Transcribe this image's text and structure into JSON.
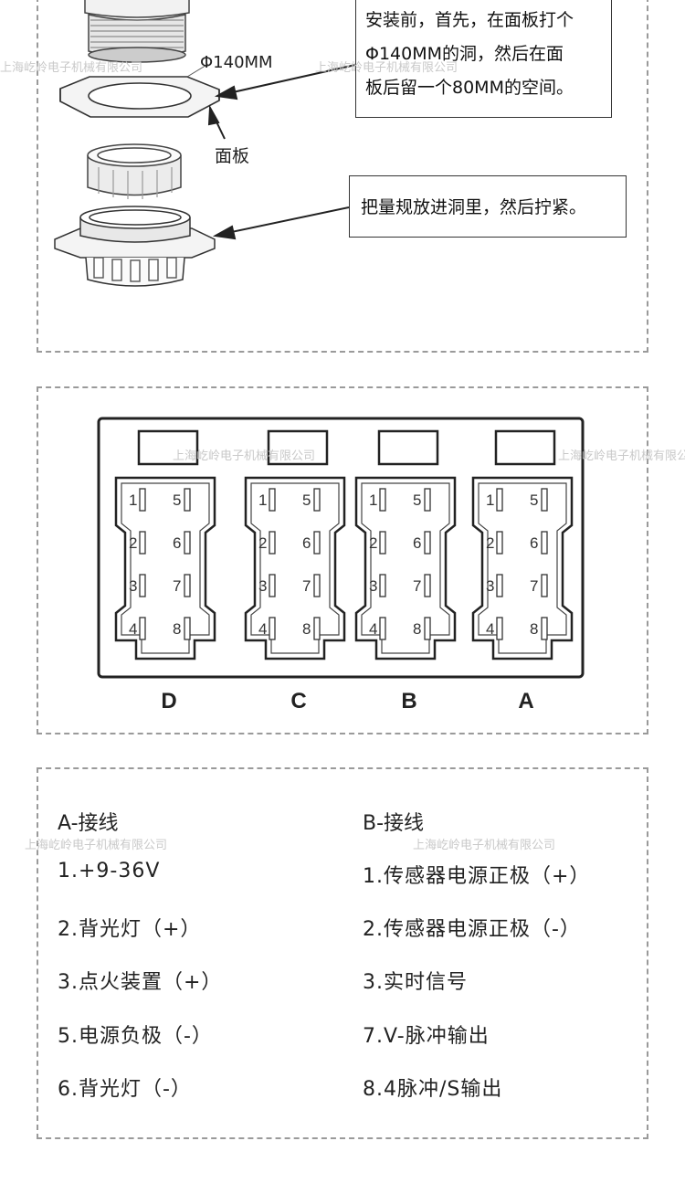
{
  "installation": {
    "callout_1_lines": [
      "安装前，首先，在面板打个",
      "Φ140MM的洞，然后在面",
      "板后留一个80MM的空间。"
    ],
    "callout_2": "把量规放进洞里，然后拧紧。",
    "dimension_label": "Φ140MM",
    "panel_label": "面板"
  },
  "watermark": "上海屹岭电子机械有限公司",
  "connectors": [
    {
      "letter": "D",
      "pins_left": [
        "1",
        "2",
        "3",
        "4"
      ],
      "pins_right": [
        "5",
        "6",
        "7",
        "8"
      ]
    },
    {
      "letter": "C",
      "pins_left": [
        "1",
        "2",
        "3",
        "4"
      ],
      "pins_right": [
        "5",
        "6",
        "7",
        "8"
      ]
    },
    {
      "letter": "B",
      "pins_left": [
        "1",
        "2",
        "3",
        "4"
      ],
      "pins_right": [
        "5",
        "6",
        "7",
        "8"
      ]
    },
    {
      "letter": "A",
      "pins_left": [
        "1",
        "2",
        "3",
        "4"
      ],
      "pins_right": [
        "5",
        "6",
        "7",
        "8"
      ]
    }
  ],
  "wiring": {
    "a_title": "A-接线",
    "a_items": [
      "1.+9-36V",
      "2.背光灯（+）",
      "3.点火装置（+）",
      "5.电源负极（-）",
      "6.背光灯（-）"
    ],
    "b_title": "B-接线",
    "b_items": [
      "1.传感器电源正极（+）",
      "2.传感器电源正极（-）",
      "3.实时信号",
      "7.V-脉冲输出",
      "8.4脉冲/S输出"
    ]
  }
}
